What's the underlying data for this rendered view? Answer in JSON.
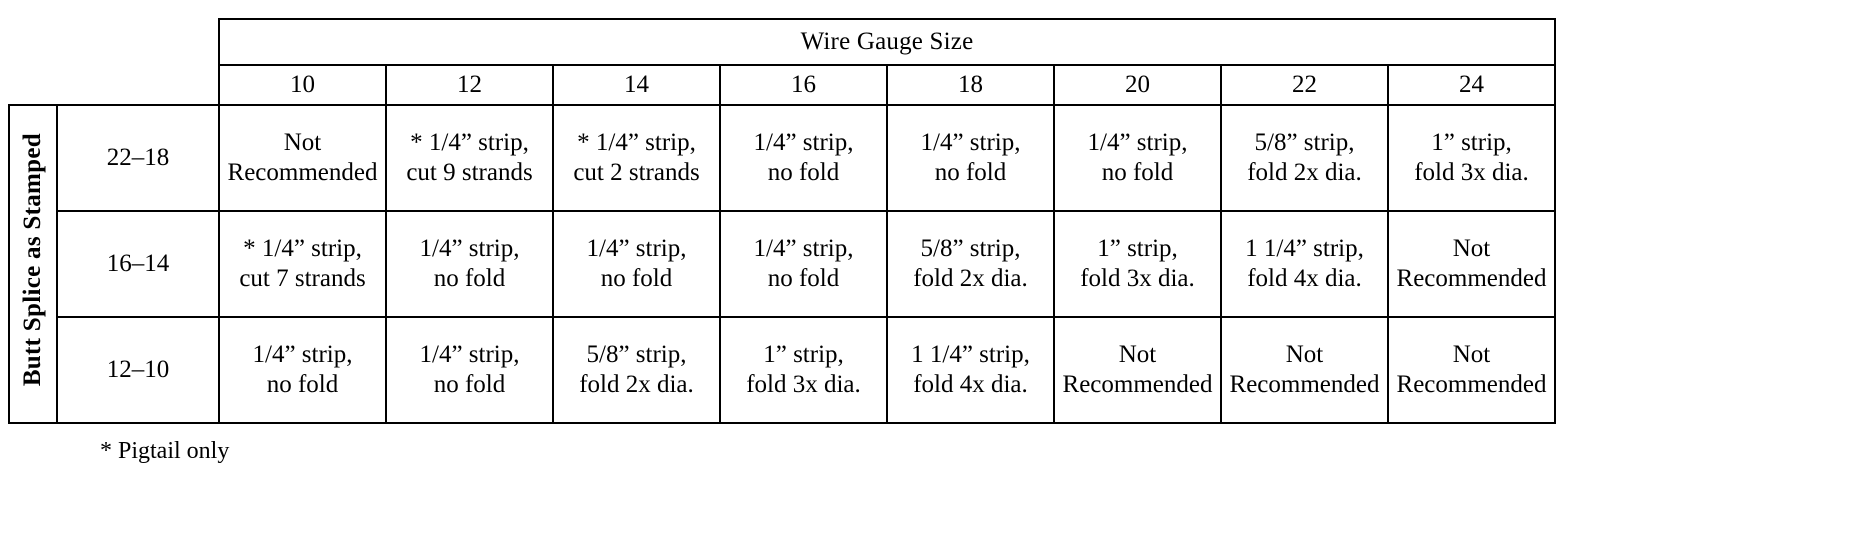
{
  "table": {
    "group_header": "Wire Gauge Size",
    "side_caption": "Butt Splice as Stamped",
    "column_headers": [
      "10",
      "12",
      "14",
      "16",
      "18",
      "20",
      "22",
      "24"
    ],
    "row_labels": [
      "22–18",
      "16–14",
      "12–10"
    ],
    "rows": [
      {
        "label": "22–18",
        "cells": [
          {
            "line1": "Not",
            "line2": "Recommended"
          },
          {
            "line1": "* 1/4” strip,",
            "line2": "cut 9 strands"
          },
          {
            "line1": "* 1/4” strip,",
            "line2": "cut 2 strands"
          },
          {
            "line1": "1/4” strip,",
            "line2": "no fold"
          },
          {
            "line1": "1/4” strip,",
            "line2": "no fold"
          },
          {
            "line1": "1/4” strip,",
            "line2": "no fold"
          },
          {
            "line1": "5/8” strip,",
            "line2": "fold 2x dia."
          },
          {
            "line1": "1” strip,",
            "line2": "fold 3x dia."
          }
        ]
      },
      {
        "label": "16–14",
        "cells": [
          {
            "line1": "* 1/4” strip,",
            "line2": "cut 7 strands"
          },
          {
            "line1": "1/4” strip,",
            "line2": "no fold"
          },
          {
            "line1": "1/4” strip,",
            "line2": "no fold"
          },
          {
            "line1": "1/4” strip,",
            "line2": "no fold"
          },
          {
            "line1": "5/8” strip,",
            "line2": "fold 2x dia."
          },
          {
            "line1": "1” strip,",
            "line2": "fold 3x dia."
          },
          {
            "line1": "1 1/4” strip,",
            "line2": "fold 4x dia."
          },
          {
            "line1": "Not",
            "line2": "Recommended"
          }
        ]
      },
      {
        "label": "12–10",
        "cells": [
          {
            "line1": "1/4” strip,",
            "line2": "no fold"
          },
          {
            "line1": "1/4” strip,",
            "line2": "no fold"
          },
          {
            "line1": "5/8” strip,",
            "line2": "fold 2x dia."
          },
          {
            "line1": "1” strip,",
            "line2": "fold 3x dia."
          },
          {
            "line1": "1 1/4” strip,",
            "line2": "fold 4x dia."
          },
          {
            "line1": "Not",
            "line2": "Recommended"
          },
          {
            "line1": "Not",
            "line2": "Recommended"
          },
          {
            "line1": "Not",
            "line2": "Recommended"
          }
        ]
      }
    ]
  },
  "footnote": "* Pigtail only"
}
